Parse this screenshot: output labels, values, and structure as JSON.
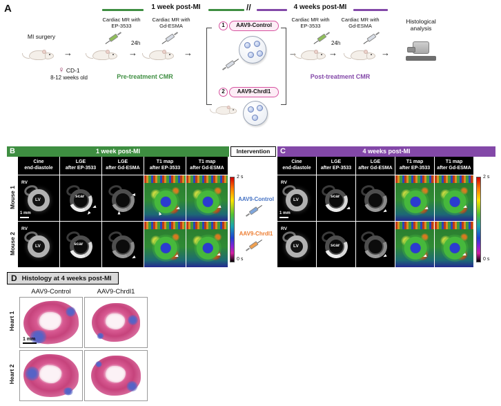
{
  "panels": {
    "a": "A",
    "b": "B",
    "c": "C",
    "d": "D"
  },
  "timeline": {
    "week1": "1 week post-MI",
    "gap": "//",
    "week4": "4 weeks post-MI"
  },
  "panelA": {
    "mi_surgery": "MI surgery",
    "female_symbol": "♀",
    "strain": "CD-1",
    "age": "8-12 weeks old",
    "cmr_ep_pre": "Cardiac MR with\nEP-3533",
    "cmr_gd_pre": "Cardiac MR with\nGd-ESMA",
    "interval_pre": "24h",
    "pre_cmr": "Pre-treatment CMR",
    "option1_num": "1",
    "option1": "AAV9-Control",
    "option2_num": "2",
    "option2": "AAV9-Chrdl1",
    "cmr_ep_post": "Cardiac MR with\nEP-3533",
    "cmr_gd_post": "Cardiac MR with\nGd-ESMA",
    "interval_post": "24h",
    "post_cmr": "Post-treatment CMR",
    "histology": "Histological\nanalysis"
  },
  "panelB": {
    "title": "1 week post-MI",
    "columns": [
      "Cine\nend-diastole",
      "LGE\nafter EP-3533",
      "LGE\nafter Gd-ESMA",
      "T1 map\nafter EP-3533",
      "T1 map\nafter Gd-ESMA"
    ],
    "row1": "Mouse 1",
    "row2": "Mouse 2",
    "colorbar_max": "2 s",
    "colorbar_min": "0 s"
  },
  "intervention": {
    "title": "Intervention",
    "control": "AAV9-Control",
    "chrdl1": "AAV9-Chrdl1"
  },
  "panelC": {
    "title": "4 weeks post-MI",
    "columns": [
      "Cine\nend-diastole",
      "LGE\nafter EP-3533",
      "LGE\nafter Gd-ESMA",
      "T1 map\nafter EP-3533",
      "T1 map\nafter Gd-ESMA"
    ],
    "colorbar_max": "2 s",
    "colorbar_min": "0 s"
  },
  "panelD": {
    "title": "Histology at 4 weeks post-MI",
    "col_control": "AAV9-Control",
    "col_chrdl1": "AAV9-Chrdl1",
    "row1": "Heart 1",
    "row2": "Heart 2",
    "scale": "1 mm"
  },
  "mri_labels": {
    "rv": "RV",
    "lv": "LV",
    "scar": "scar",
    "scale": "1 mm"
  },
  "colors": {
    "timeline_green": "#3e8e41",
    "timeline_purple": "#8348a8",
    "option_pink": "#d6519f",
    "control_blue": "#4472c4",
    "chrdl1_orange": "#ed7d31"
  }
}
